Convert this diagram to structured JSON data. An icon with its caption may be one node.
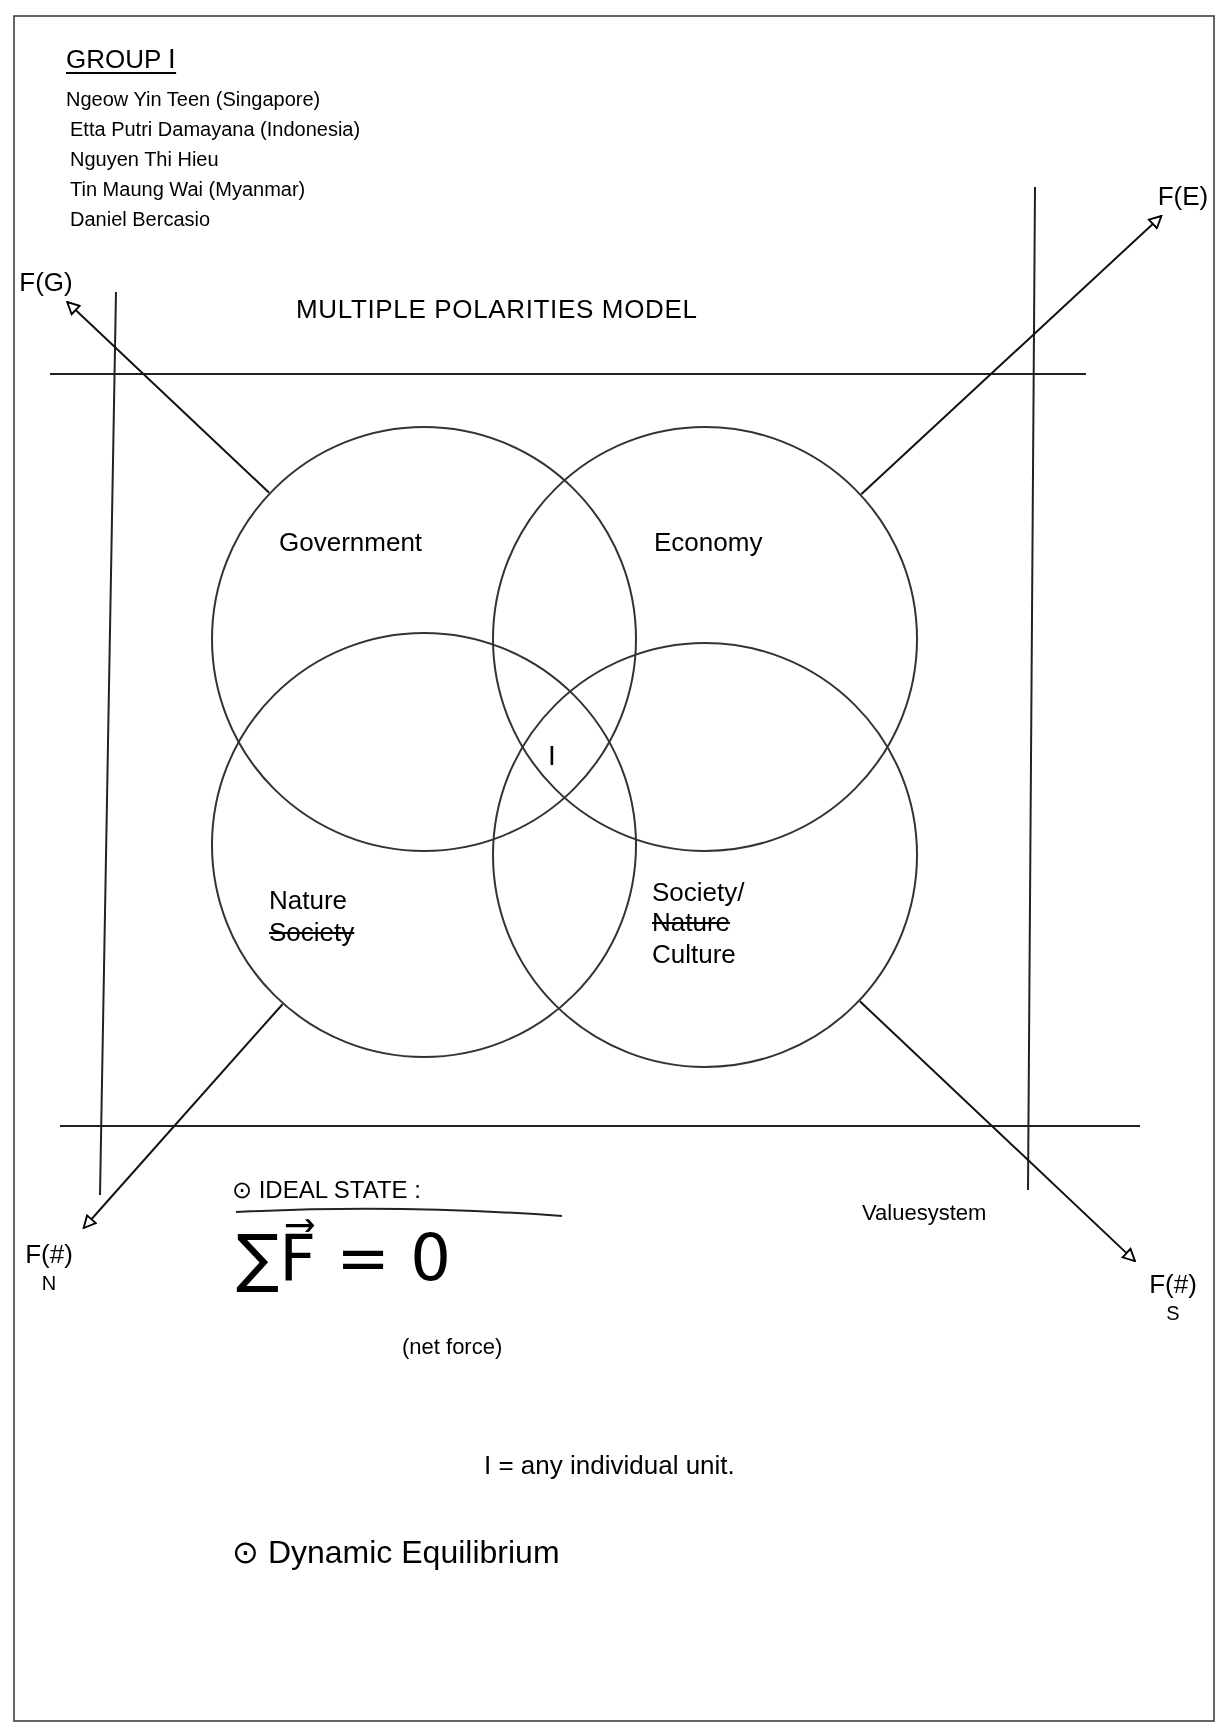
{
  "diagram": {
    "title": "MULTIPLE POLARITIES MODEL",
    "nodes": [
      {
        "text": [
          "Government"
        ]
      },
      {
        "text": [
          "Economy"
        ]
      },
      {
        "text": [
          "Nature",
          "Society"
        ]
      },
      {
        "text": [
          "Society/",
          "Nature",
          "Culture"
        ]
      },
      {
        "text": [
          "F(G)"
        ]
      },
      {
        "text": [
          "F(E)"
        ]
      },
      {
        "text": [
          "F(#)",
          "N"
        ]
      },
      {
        "text": [
          "F(#)",
          "S"
        ]
      }
    ],
    "edges": [
      {
        "from": 0,
        "to": 4,
        "arrow": "to"
      },
      {
        "from": 1,
        "to": 5,
        "arrow": "to"
      },
      {
        "from": 2,
        "to": 6,
        "arrow": "to"
      },
      {
        "from": 3,
        "to": 7,
        "arrow": "to"
      }
    ],
    "labels": [
      "GROUP Ⅰ",
      "Ngeow Yin Teen (Singapore)",
      "Etta Putri Damayana (Indonesia)",
      "Nguyen Thi Hieu",
      "Tin Maung Wai (Myanmar)",
      "Daniel Bercasio",
      "I",
      "Valuesystem",
      "⊙ IDEAL STATE :",
      "∑F⃗ = 0",
      "(net force)",
      "I = any individual unit.",
      "⊙ Dynamic Equilibrium"
    ]
  }
}
